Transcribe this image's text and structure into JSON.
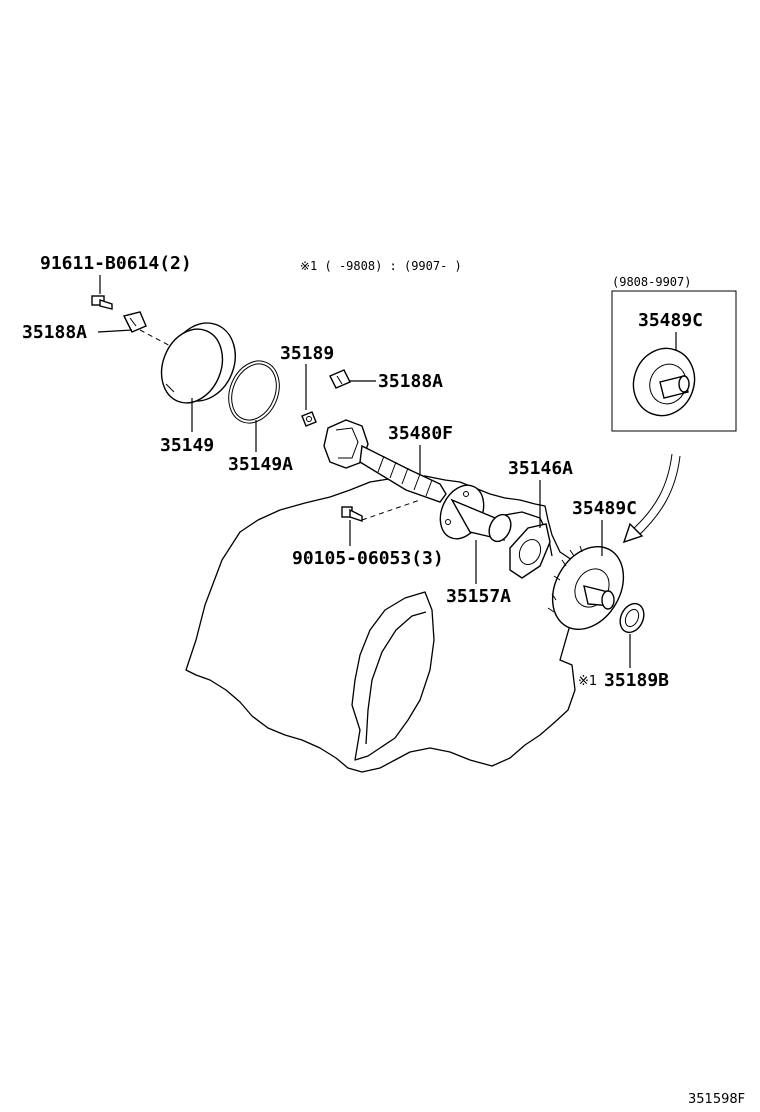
{
  "labels": {
    "bolt_top": "91611-B0614(2)",
    "clamp_left": "35188A",
    "cover": "35149",
    "o_ring": "35149A",
    "nut_small": "35189",
    "clamp_right": "35188A",
    "shaft": "35480F",
    "bolt_bottom": "90105-06053(3)",
    "housing": "35157A",
    "plate": "35146A",
    "gear_main": "35489C",
    "gear_inset": "35489C",
    "washer": "35189B",
    "washer_marker": "※1"
  },
  "note": {
    "text": "※1 (      -9808) : (9907-       )"
  },
  "inset": {
    "caption": "(9808-9907)"
  },
  "footer": {
    "reference": "351598F"
  }
}
